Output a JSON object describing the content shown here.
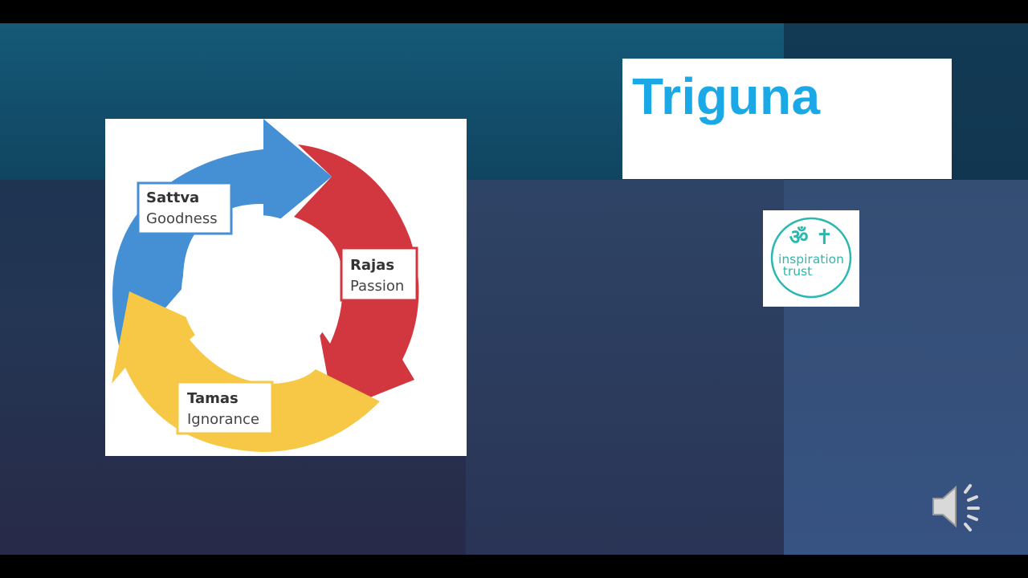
{
  "slide": {
    "title": "Triguna",
    "title_color": "#1aa8e6"
  },
  "diagram": {
    "type": "cycle",
    "segments": [
      {
        "name": "Sattva",
        "meaning": "Goodness",
        "color": "#4590d5"
      },
      {
        "name": "Rajas",
        "meaning": "Passion",
        "color": "#d2363e"
      },
      {
        "name": "Tamas",
        "meaning": "Ignorance",
        "color": "#f6c845"
      }
    ]
  },
  "logo": {
    "symbols": "ॐ ✝",
    "line1": "inspiration",
    "line2": "trust",
    "color": "#2bb8b0"
  },
  "audio": {
    "icon": "speaker-icon"
  }
}
